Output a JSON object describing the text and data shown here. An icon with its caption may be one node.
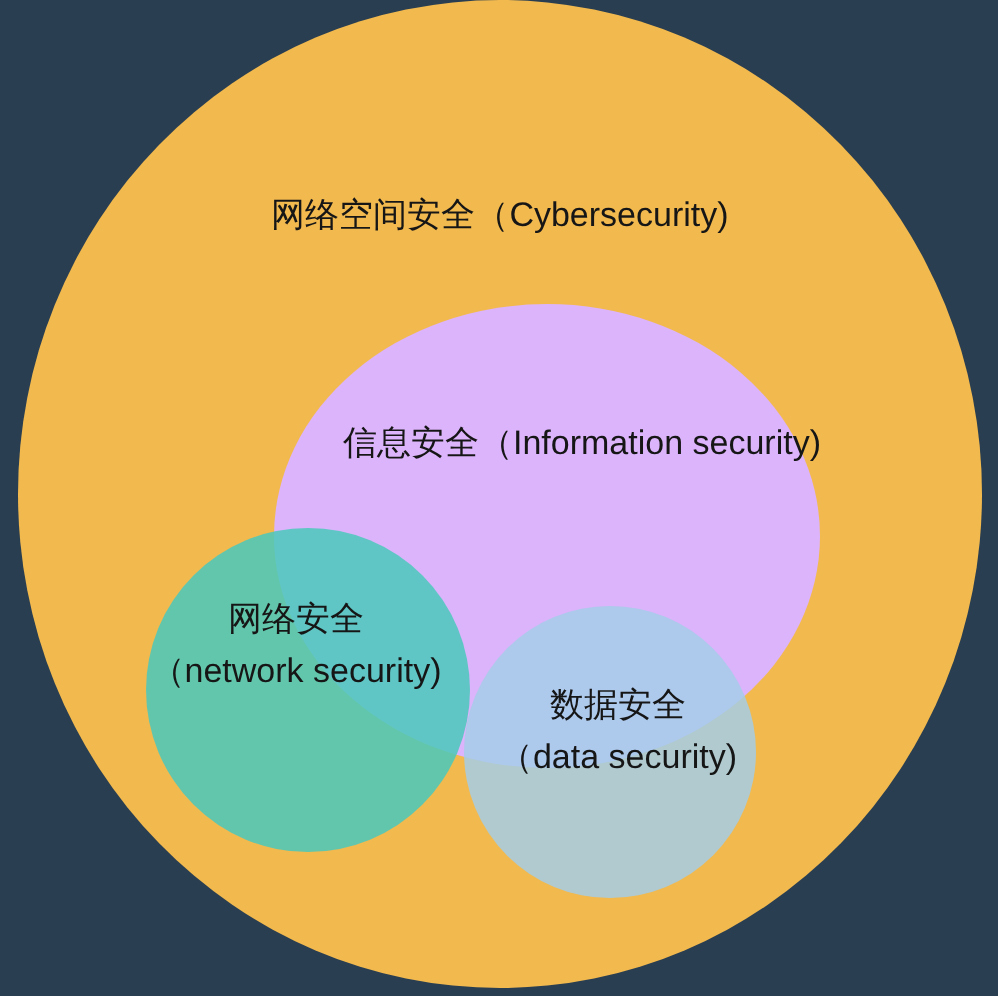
{
  "diagram": {
    "nodes": [
      {
        "text": [
          "网络空间安全（Cybersecurity)"
        ]
      },
      {
        "text": [
          "信息安全（Information security)"
        ],
        "in": 0
      },
      {
        "text": [
          "网络安全（network security)"
        ],
        "in": 0
      },
      {
        "text": [
          "数据安全（data security)"
        ],
        "in": 0
      }
    ]
  }
}
